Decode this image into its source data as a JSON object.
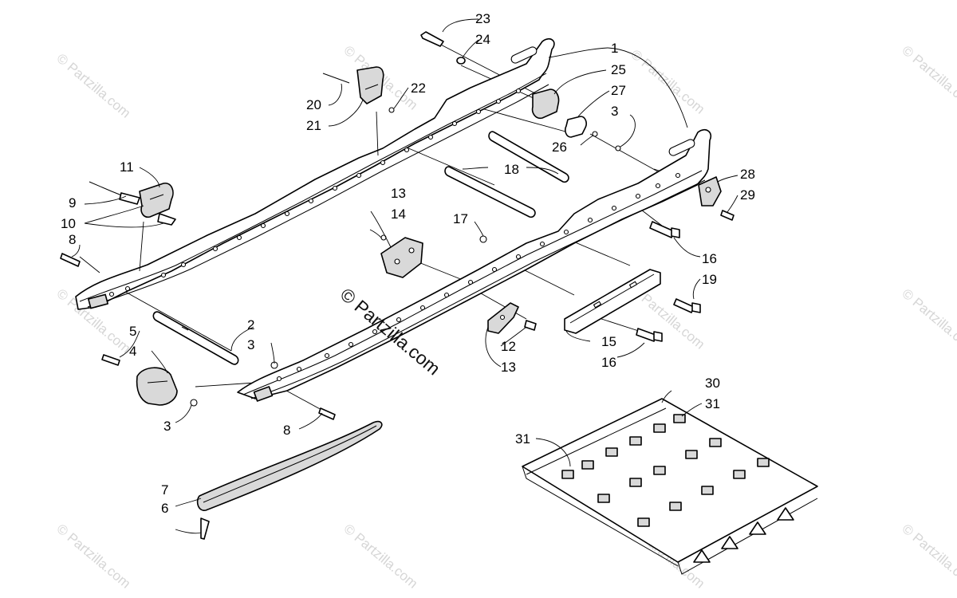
{
  "watermark": {
    "center_text": "© Partzilla.com",
    "tile_text": "© Partzilla.com"
  },
  "callouts": {
    "c1": "1",
    "c2": "2",
    "c3a": "3",
    "c3b": "3",
    "c3c": "3",
    "c4": "4",
    "c5": "5",
    "c6": "6",
    "c7": "7",
    "c8a": "8",
    "c8b": "8",
    "c9": "9",
    "c10": "10",
    "c11": "11",
    "c12": "12",
    "c13a": "13",
    "c13b": "13",
    "c14": "14",
    "c15": "15",
    "c16a": "16",
    "c16b": "16",
    "c17": "17",
    "c18": "18",
    "c19": "19",
    "c20": "20",
    "c21": "21",
    "c22": "22",
    "c23": "23",
    "c24": "24",
    "c25": "25",
    "c26": "26",
    "c27": "27",
    "c28": "28",
    "c29": "29",
    "c30": "30",
    "c31a": "31",
    "c31b": "31"
  },
  "colors": {
    "line": "#000000",
    "watermark": "#d6d6d6",
    "background": "#ffffff"
  }
}
